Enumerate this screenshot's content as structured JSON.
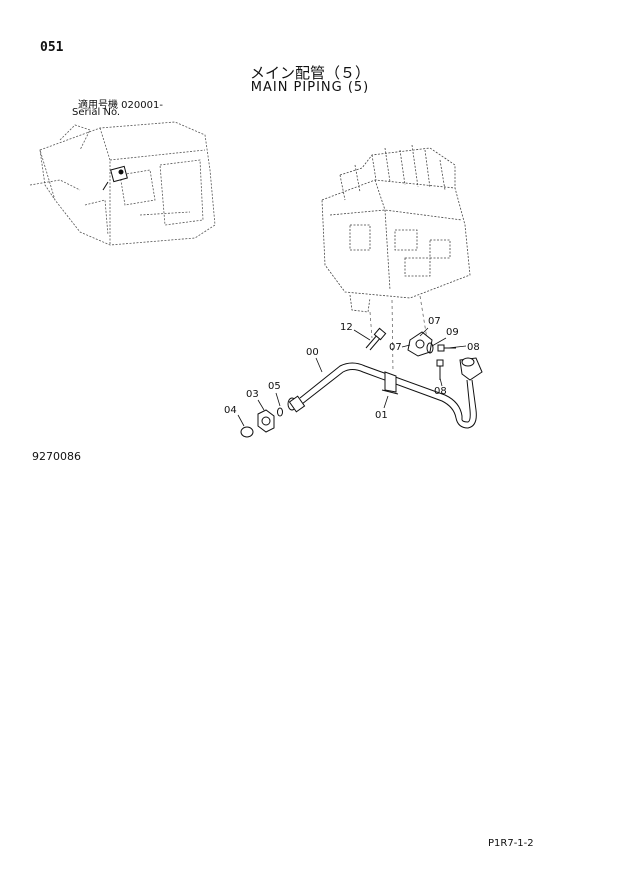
{
  "header": {
    "page_number": "051",
    "title_jp": "メイン配管（５）",
    "title_en": "MAIN PIPING (5)"
  },
  "serial": {
    "label_jp": "適用号機  020001-",
    "label_en": "Serial No."
  },
  "drawing_number": "9270086",
  "footer_code": "P1R7-1-2",
  "callouts": [
    {
      "id": "c12",
      "label": "12"
    },
    {
      "id": "c07a",
      "label": "07"
    },
    {
      "id": "c09",
      "label": "09"
    },
    {
      "id": "c07b",
      "label": "07"
    },
    {
      "id": "c08a",
      "label": "08"
    },
    {
      "id": "c00",
      "label": "00"
    },
    {
      "id": "c03",
      "label": "03"
    },
    {
      "id": "c05",
      "label": "05"
    },
    {
      "id": "c04",
      "label": "04"
    },
    {
      "id": "c08b",
      "label": "08"
    },
    {
      "id": "c01",
      "label": "01"
    }
  ]
}
